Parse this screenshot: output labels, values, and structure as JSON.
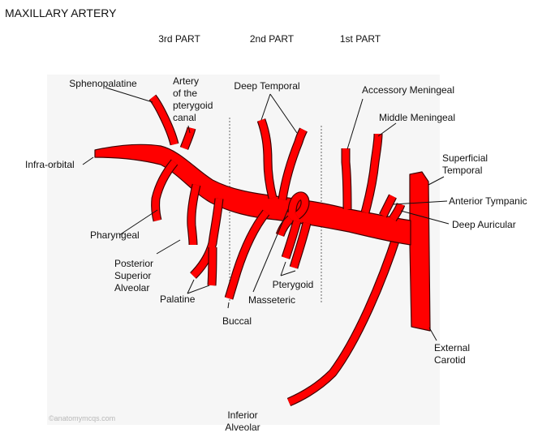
{
  "title": "MAXILLARY ARTERY",
  "parts": [
    "3rd PART",
    "2nd PART",
    "1st PART"
  ],
  "labels": [
    {
      "id": "sphenopalatine",
      "lines": [
        "Sphenopalatine"
      ]
    },
    {
      "id": "pterygoid-canal",
      "lines": [
        "Artery",
        "of the",
        "pterygoid",
        "canal"
      ]
    },
    {
      "id": "infra-orbital",
      "lines": [
        "Infra-orbital"
      ]
    },
    {
      "id": "pharyngeal",
      "lines": [
        "Pharyngeal"
      ]
    },
    {
      "id": "posterior-superior-alveolar",
      "lines": [
        "Posterior",
        "Superior",
        "Alveolar"
      ]
    },
    {
      "id": "palatine",
      "lines": [
        "Palatine"
      ]
    },
    {
      "id": "buccal",
      "lines": [
        "Buccal"
      ]
    },
    {
      "id": "deep-temporal",
      "lines": [
        "Deep Temporal"
      ]
    },
    {
      "id": "masseteric",
      "lines": [
        "Masseteric"
      ]
    },
    {
      "id": "pterygoid",
      "lines": [
        "Pterygoid"
      ]
    },
    {
      "id": "accessory-meningeal",
      "lines": [
        "Accessory Meningeal"
      ]
    },
    {
      "id": "middle-meningeal",
      "lines": [
        "Middle Meningeal"
      ]
    },
    {
      "id": "superficial-temporal",
      "lines": [
        "Superficial",
        "Temporal"
      ]
    },
    {
      "id": "anterior-tympanic",
      "lines": [
        "Anterior Tympanic"
      ]
    },
    {
      "id": "deep-auricular",
      "lines": [
        "Deep Auricular"
      ]
    },
    {
      "id": "external-carotid",
      "lines": [
        "External",
        "Carotid"
      ]
    },
    {
      "id": "inferior-alveolar",
      "lines": [
        "Inferior",
        "Alveolar"
      ]
    }
  ],
  "watermark": "©anatomymcqs.com",
  "colors": {
    "artery": "#ff0000",
    "outline": "#400000",
    "panel": "#f6f6f6"
  }
}
